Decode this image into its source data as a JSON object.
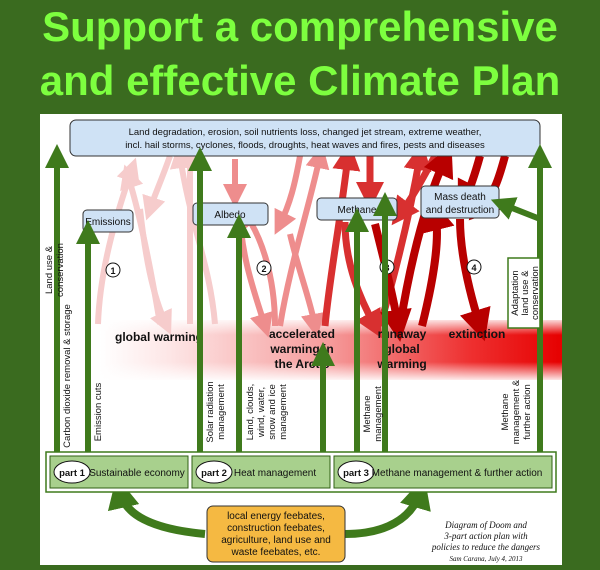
{
  "title": {
    "line1": "Support a comprehensive",
    "line2": "and effective Climate Plan"
  },
  "top_box": {
    "line1": "Land degradation, erosion, soil nutrients loss, changed jet stream, extreme weather,",
    "line2": "incl. hail storms, cyclones, floods, droughts, heat waves and fires, pests and diseases"
  },
  "feedback_boxes": {
    "emissions": "Emissions",
    "albedo": "Albedo",
    "methane": "Methane",
    "mass_death_line1": "Mass death",
    "mass_death_line2": "and destruction"
  },
  "stage_numbers": [
    "1",
    "2",
    "3",
    "4"
  ],
  "stages": {
    "global_warming": "global warming",
    "arctic_line1": "accelerated",
    "arctic_line2": "warming in",
    "arctic_line3": "the Arctic",
    "runaway_line1": "runaway",
    "runaway_line2": "global",
    "runaway_line3": "warming",
    "extinction": "extinction"
  },
  "vertical_labels": {
    "land_use_line1": "Land use &",
    "land_use_line2": "conservation",
    "carbon_removal": "Carbon dioxide removal & storage",
    "emission_cuts": "Emission cuts",
    "solar_line1": "Solar radiation",
    "solar_line2": "management",
    "land_clouds_line1": "Land, clouds,",
    "land_clouds_line2": "wind, water,",
    "land_clouds_line3": "snow and ice",
    "land_clouds_line4": "management",
    "methane_mgmt_line1": "Methane",
    "methane_mgmt_line2": "management",
    "methane_further_line1": "Methane",
    "methane_further_line2": "management &",
    "methane_further_line3": "further action",
    "adaptation_line1": "Adaptation",
    "adaptation_line2": "land use &",
    "adaptation_line3": "conservation"
  },
  "parts": [
    {
      "num": "part 1",
      "label": "Sustainable economy"
    },
    {
      "num": "part 2",
      "label": "Heat management"
    },
    {
      "num": "part 3",
      "label": "Methane management & further action"
    }
  ],
  "feebates": {
    "line1": "local energy feebates,",
    "line2": "construction feebates,",
    "line3": "agriculture, land use and",
    "line4": "waste feebates, etc."
  },
  "caption": {
    "line1": "Diagram of Doom and",
    "line2": "3-part action plan with",
    "line3": "policies to reduce the dangers",
    "author": "Sam Carana, July 4, 2013"
  },
  "colors": {
    "background": "#3a6b1f",
    "headline": "#7dff3f",
    "green_arrow": "#3f7a1c",
    "box_fill": "#cfe2f5",
    "part_fill": "#a8d08d",
    "feebate_fill": "#f5b942",
    "red_strong": "#c80000",
    "red_light": "#f4c2c2"
  }
}
